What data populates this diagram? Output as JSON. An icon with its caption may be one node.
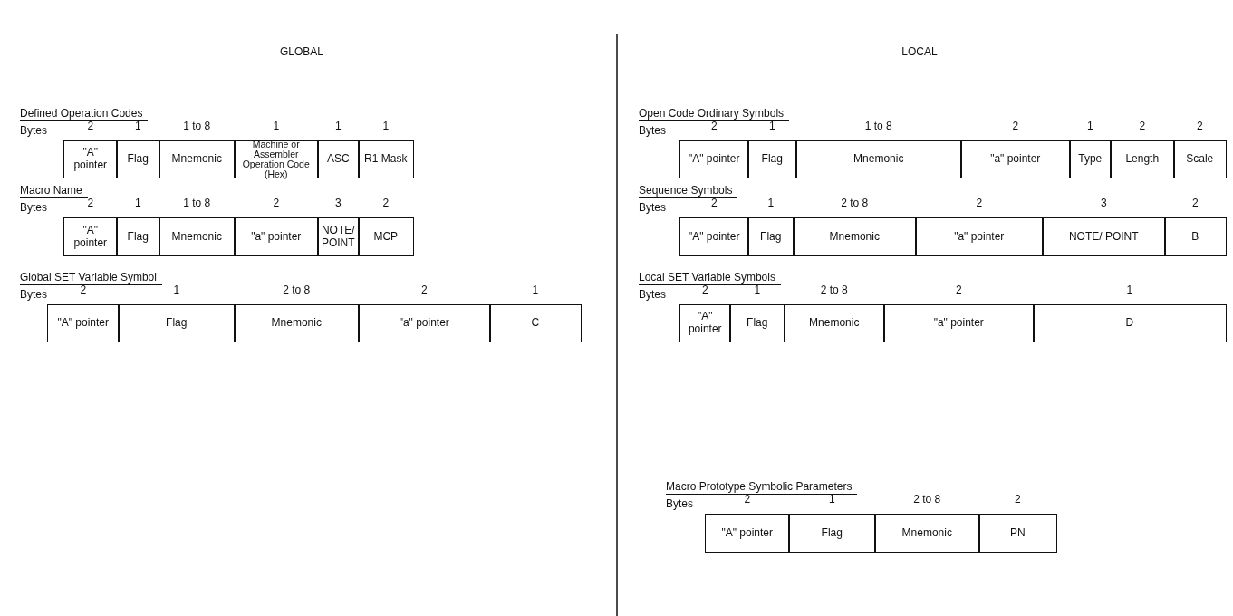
{
  "diagram": {
    "nodes": [
      {
        "text": [
          "\"A\" pointer"
        ],
        "beside": [
          "2"
        ]
      },
      {
        "text": [
          "Flag"
        ],
        "beside": [
          "1"
        ]
      },
      {
        "text": [
          "Mnemonic"
        ],
        "beside": [
          "1 to 8"
        ]
      },
      {
        "text": [
          "Machine or Assembler Operation Code (Hex)"
        ],
        "beside": [
          "1"
        ]
      },
      {
        "text": [
          "ASC"
        ],
        "beside": [
          "1"
        ]
      },
      {
        "text": [
          "R1 Mask"
        ],
        "beside": [
          "1"
        ]
      },
      {
        "text": [
          "\"A\" pointer"
        ],
        "beside": [
          "2"
        ]
      },
      {
        "text": [
          "Flag"
        ],
        "beside": [
          "1"
        ]
      },
      {
        "text": [
          "Mnemonic"
        ],
        "beside": [
          "1 to 8"
        ]
      },
      {
        "text": [
          "\"a\" pointer"
        ],
        "beside": [
          "2"
        ]
      },
      {
        "text": [
          "NOTE/ POINT"
        ],
        "beside": [
          "3"
        ]
      },
      {
        "text": [
          "MCP"
        ],
        "beside": [
          "2"
        ]
      },
      {
        "text": [
          "\"A\" pointer"
        ],
        "beside": [
          "2"
        ]
      },
      {
        "text": [
          "Flag"
        ],
        "beside": [
          "1"
        ]
      },
      {
        "text": [
          "Mnemonic"
        ],
        "beside": [
          "2 to 8"
        ]
      },
      {
        "text": [
          "\"a\" pointer"
        ],
        "beside": [
          "2"
        ]
      },
      {
        "text": [
          "C"
        ],
        "beside": [
          "1"
        ]
      },
      {
        "text": [
          "\"A\" pointer"
        ],
        "beside": [
          "2"
        ]
      },
      {
        "text": [
          "Flag"
        ],
        "beside": [
          "1"
        ]
      },
      {
        "text": [
          "Mnemonic"
        ],
        "beside": [
          "1 to 8"
        ]
      },
      {
        "text": [
          "\"a\" pointer"
        ],
        "beside": [
          "2"
        ]
      },
      {
        "text": [
          "Type"
        ],
        "beside": [
          "1"
        ]
      },
      {
        "text": [
          "Length"
        ],
        "beside": [
          "2"
        ]
      },
      {
        "text": [
          "Scale"
        ],
        "beside": [
          "2"
        ]
      },
      {
        "text": [
          "\"A\" pointer"
        ],
        "beside": [
          "2"
        ]
      },
      {
        "text": [
          "Flag"
        ],
        "beside": [
          "1"
        ]
      },
      {
        "text": [
          "Mnemonic"
        ],
        "beside": [
          "2 to 8"
        ]
      },
      {
        "text": [
          "\"a\" pointer"
        ],
        "beside": [
          "2"
        ]
      },
      {
        "text": [
          "NOTE/ POINT"
        ],
        "beside": [
          "3"
        ]
      },
      {
        "text": [
          "B"
        ],
        "beside": [
          "2"
        ]
      },
      {
        "text": [
          "\"A\" pointer"
        ],
        "beside": [
          "2"
        ]
      },
      {
        "text": [
          "Flag"
        ],
        "beside": [
          "1"
        ]
      },
      {
        "text": [
          "Mnemonic"
        ],
        "beside": [
          "2 to 8"
        ]
      },
      {
        "text": [
          "\"a\" pointer"
        ],
        "beside": [
          "2"
        ]
      },
      {
        "text": [
          "D"
        ],
        "beside": [
          "1"
        ]
      },
      {
        "text": [
          "\"A\" pointer"
        ],
        "beside": [
          "2"
        ]
      },
      {
        "text": [
          "Flag"
        ],
        "beside": [
          "1"
        ]
      },
      {
        "text": [
          "Mnemonic"
        ],
        "beside": [
          "2 to 8"
        ]
      },
      {
        "text": [
          "PN"
        ],
        "beside": [
          "2"
        ]
      }
    ],
    "labels": [
      "GLOBAL",
      "LOCAL",
      "Defined Operation Codes",
      "Open Code Ordinary Symbols",
      "Bytes",
      "Bytes",
      "Macro Name",
      "Sequence Symbols",
      "Bytes",
      "Bytes",
      "Global SET Variable Symbol",
      "Local SET Variable Symbols",
      "Bytes",
      "Bytes",
      "Macro Prototype Symbolic Parameters",
      "Bytes"
    ]
  }
}
